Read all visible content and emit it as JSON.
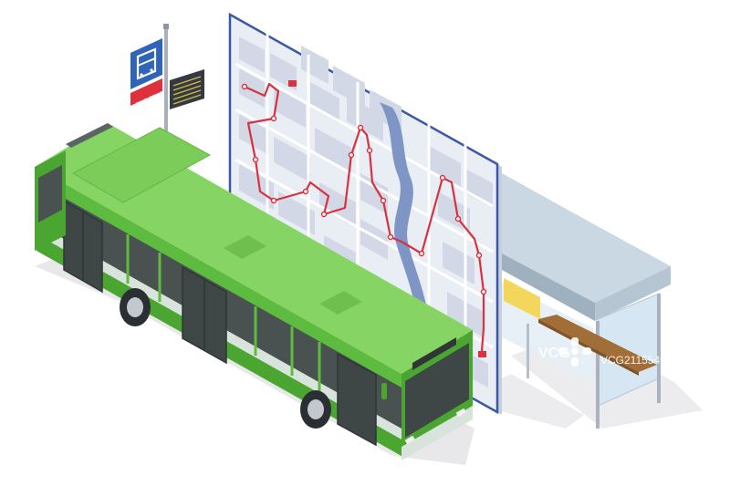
{
  "scene": {
    "colors": {
      "bus_roof": "#86d564",
      "bus_body": "#5dbb3f",
      "bus_window": "#4a5251",
      "bus_stripe": "#d8e3dc",
      "map_bg": "#e9edf4",
      "map_block": "#d2d8e6",
      "map_river": "#7f95c6",
      "map_frame": "#3b57a8",
      "route": "#d8313f",
      "shelter_roof": "#cad8e3",
      "shelter_glass": "#d6e6f2",
      "bench": "#a26e38",
      "sign_blue": "#2f64b9",
      "sign_red": "#e0303b"
    },
    "bus_stop_sign": {
      "label": "BUS STOP",
      "icon": "bus-icon"
    },
    "watermark": {
      "logo": "VCG",
      "id": "VCG211554995184"
    }
  }
}
